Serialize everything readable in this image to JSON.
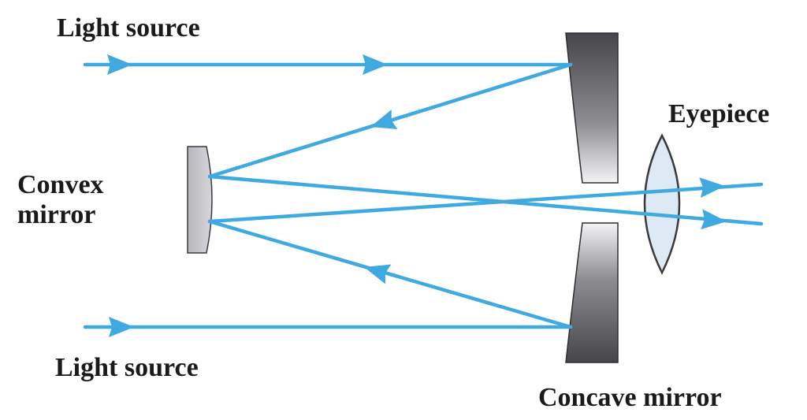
{
  "labels": {
    "light_source_top": "Light source",
    "light_source_bottom": "Light source",
    "convex_mirror_line1": "Convex",
    "convex_mirror_line2": "mirror",
    "eyepiece": "Eyepiece",
    "concave_mirror": "Concave mirror"
  },
  "colors": {
    "ray": "#3fa9e0",
    "mirror_dark": "#4a4a4e",
    "mirror_light": "#ffffff",
    "convex_fill": "#c8c8cc",
    "lens_fill": "#dde9f4",
    "lens_stroke": "#3a3a3a",
    "text": "#1a1a1a"
  }
}
